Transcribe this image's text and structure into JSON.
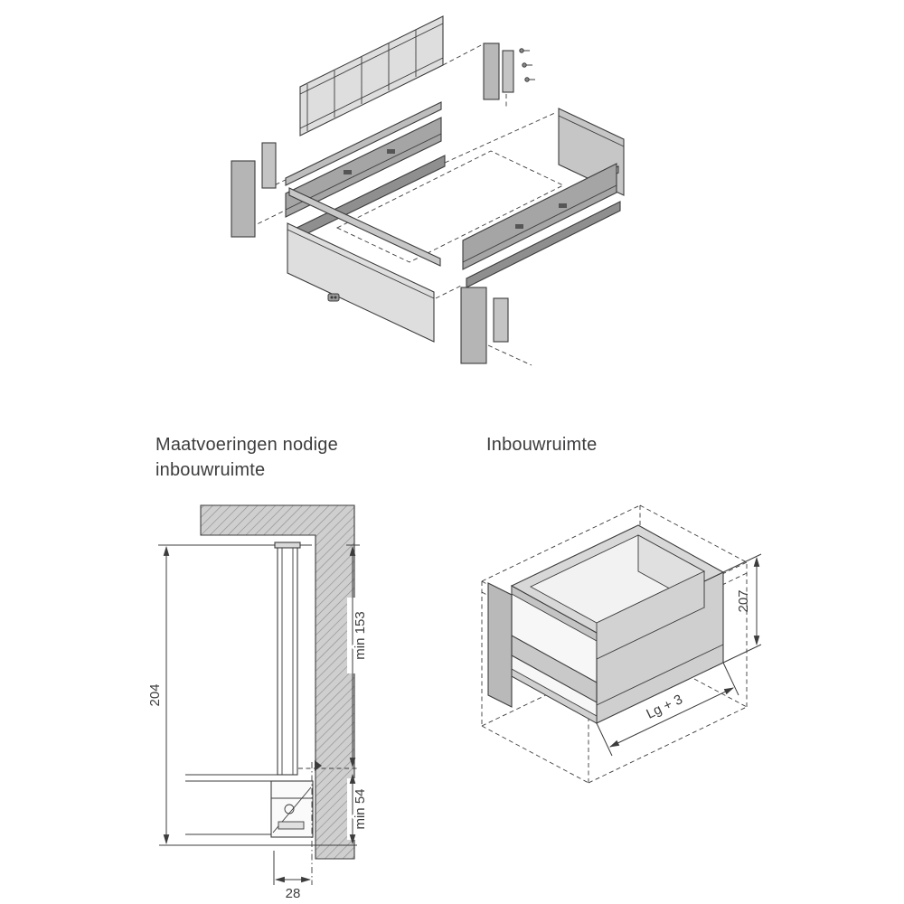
{
  "figure": {
    "left_heading": {
      "line1": "Maatvoeringen nodige",
      "line2": "inbouwruimte"
    },
    "right_heading": "Inbouwruimte",
    "cross_section_dims": {
      "total_height": "204",
      "min_top": "min 153",
      "min_bottom": "min 54",
      "front_clearance": "28"
    },
    "iso_dims": {
      "height": "207",
      "length": "Lg + 3"
    }
  },
  "colors": {
    "line": "#3c3c3c",
    "text": "#3d3d3f",
    "panel_light": "#dedede",
    "panel_mid": "#bdbdbd",
    "panel_dark": "#8f8f8f",
    "wall_fill": "#cfcfcf",
    "hatch": "#8a8a8a",
    "background": "#ffffff"
  }
}
